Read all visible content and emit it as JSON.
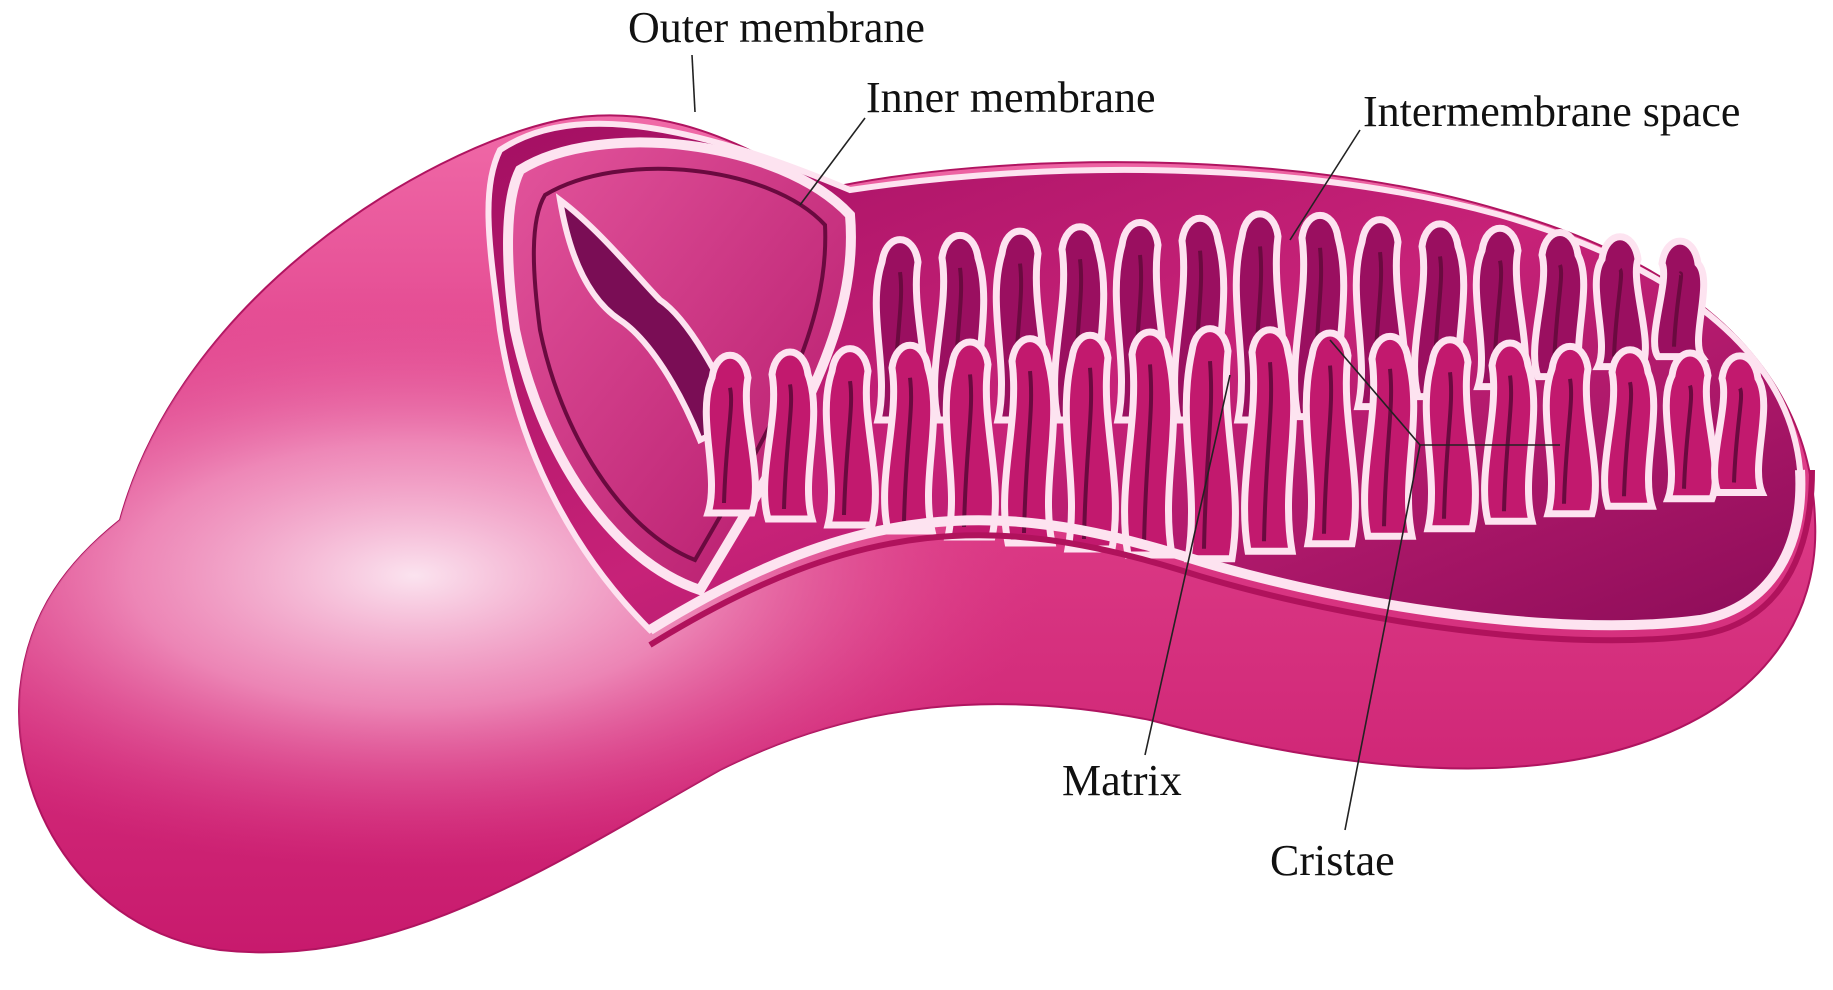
{
  "diagram": {
    "subject": "mitochondrion cross-section",
    "colors": {
      "body_light": "#f7c4dc",
      "body_mid": "#e64b95",
      "body_dark": "#b0125c",
      "interior": "#c2196e",
      "interior_dark": "#7a0d55",
      "membrane": "#fde3f0",
      "outline": "#6a0a3f"
    },
    "labels": {
      "outer_membrane": "Outer membrane",
      "inner_membrane": "Inner membrane",
      "intermembrane_space": "Intermembrane space",
      "matrix": "Matrix",
      "cristae": "Cristae"
    }
  }
}
